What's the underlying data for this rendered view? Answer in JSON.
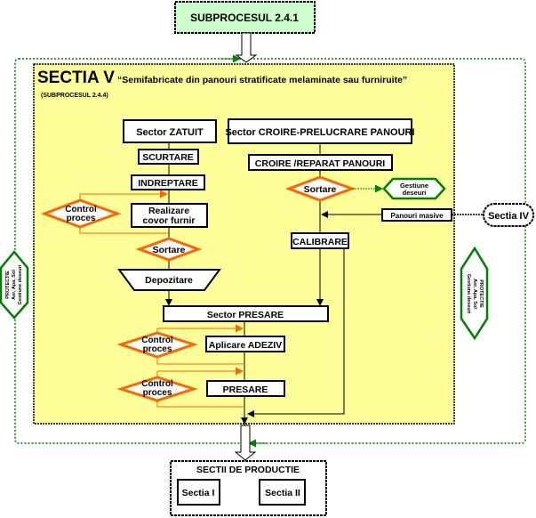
{
  "colors": {
    "panel_fill": "#ffff99",
    "top_box_fill": "#ccffcc",
    "orange": "#ff6600",
    "green": "#008000",
    "black": "#000000",
    "white": "#ffffff"
  },
  "top": {
    "subprocess": "SUBPROCESUL 2.4.1"
  },
  "panel": {
    "title": "SECTIA V",
    "subtitle": "“Semifabricate din panouri stratificate melaminate sau furniruite”",
    "code": "(SUBPROCESUL 2.4.4)"
  },
  "left_column": {
    "sector": "Sector ZATUIT",
    "scurtare": "SCURTARE",
    "indreptare": "INDREPTARE",
    "realizare_line1": "Realizare",
    "realizare_line2": "covor furnir",
    "control_line1": "Control",
    "control_line2": "proces",
    "sortare": "Sortare",
    "depozitare": "Depozitare"
  },
  "right_column": {
    "sector": "Sector CROIRE-PRELUCRARE PANOURI",
    "croire": "CROIRE /REPARAT PANOURI",
    "sortare": "Sortare",
    "gestiune_line1": "Gestiune",
    "gestiune_line2": "deseuri",
    "panouri_masive": "Panouri masive",
    "calibrare": "CALIBRARE"
  },
  "external": {
    "sectia_iv": "Sectia IV"
  },
  "presare": {
    "sector": "Sector PRESARE",
    "adeziv": "Aplicare ADEZIV",
    "presare": "PRESARE",
    "control1_line1": "Control",
    "control1_line2": "proces",
    "control2_line1": "Control",
    "control2_line2": "proces"
  },
  "protection": {
    "line1": "PROTECTIE",
    "line2": "Aer, Apa, Sol",
    "line3": "Gestiune deseuri"
  },
  "bottom": {
    "title": "SECTII DE PRODUCTIE",
    "sectia_i": "Sectia I",
    "sectia_ii": "Sectia II"
  }
}
